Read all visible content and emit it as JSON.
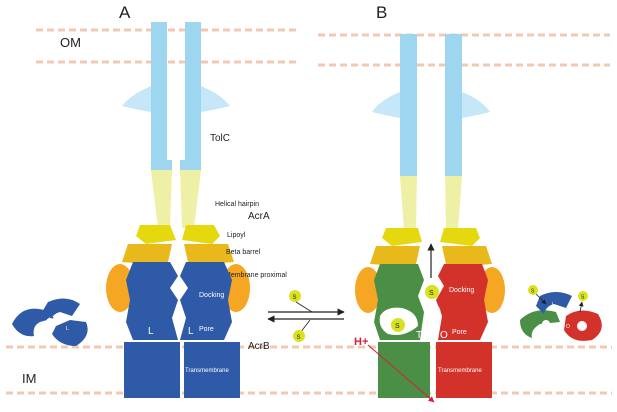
{
  "panels": {
    "a": {
      "label": "A"
    },
    "b": {
      "label": "B"
    }
  },
  "membranes": {
    "outer": {
      "label": "OM"
    },
    "inner": {
      "label": "IM"
    }
  },
  "labels": {
    "tolc": "TolC",
    "helical_hairpin": "Helical hairpin",
    "acra": "AcrA",
    "lipoyl": "Lipoyl",
    "beta_barrel": "Beta barrel",
    "membrane_proximal": "Membrane proximal",
    "docking_a": "Docking",
    "pore_a": "Pore",
    "l_left": "L",
    "l_right": "L",
    "acrb": "AcrB",
    "transmembrane_a": "Transmembrane",
    "docking_b": "Docking",
    "pore_b": "Pore",
    "t_label": "T",
    "o_label": "O",
    "transmembrane_b": "Transmembrane",
    "proton": "H+",
    "substrate": "S"
  },
  "colors": {
    "tolc": "#9fd6ef",
    "tolc_light": "#c6e7f7",
    "hairpin": "#eef0a6",
    "lipoyl": "#e6d80f",
    "beta_barrel": "#e9b81b",
    "membrane_proximal": "#f5a623",
    "loose": "#2e5aa8",
    "tight": "#4a8f45",
    "open": "#d3322b",
    "substrate": "#d9e21f",
    "membrane": "#f1c9b0",
    "proton": "#d91f3c",
    "arrow": "#222222"
  }
}
